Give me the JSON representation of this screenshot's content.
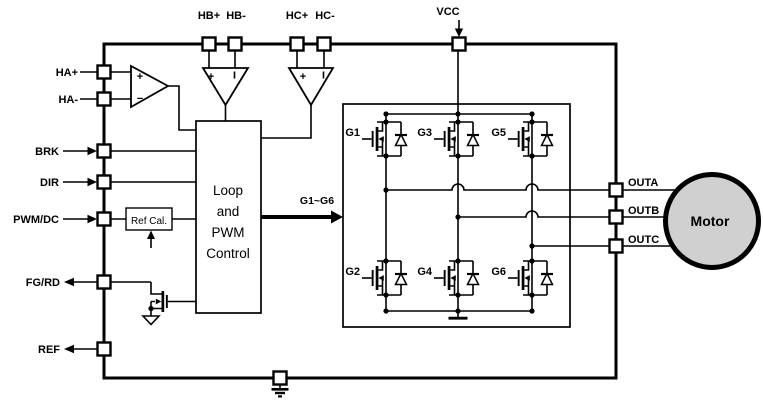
{
  "pins": {
    "top": [
      {
        "label": "HB+"
      },
      {
        "label": "HB-"
      },
      {
        "label": "HC+"
      },
      {
        "label": "HC-"
      },
      {
        "label": "VCC"
      }
    ],
    "left": [
      {
        "label": "HA+"
      },
      {
        "label": "HA-"
      },
      {
        "label": "BRK"
      },
      {
        "label": "DIR"
      },
      {
        "label": "PWM/DC"
      },
      {
        "label": "FG/RD"
      },
      {
        "label": "REF"
      }
    ],
    "right": [
      {
        "label": "OUTA"
      },
      {
        "label": "OUTB"
      },
      {
        "label": "OUTC"
      }
    ]
  },
  "blocks": {
    "loop_pwm_control": {
      "lines": [
        "Loop",
        "and",
        "PWM",
        "Control"
      ]
    },
    "ref_cal": {
      "label": "Ref Cal."
    },
    "motor": {
      "label": "Motor",
      "fill": "#d0d0d0"
    }
  },
  "labels": {
    "gate_bus": "G1~G6"
  },
  "mosfets": {
    "g1": "G1",
    "g2": "G2",
    "g3": "G3",
    "g4": "G4",
    "g5": "G5",
    "g6": "G6"
  },
  "comparator_marks": {
    "plus": "+",
    "minus": "−"
  },
  "colors": {
    "wire": "#000000",
    "background": "#ffffff",
    "motor_fill": "#d0d0d0"
  }
}
